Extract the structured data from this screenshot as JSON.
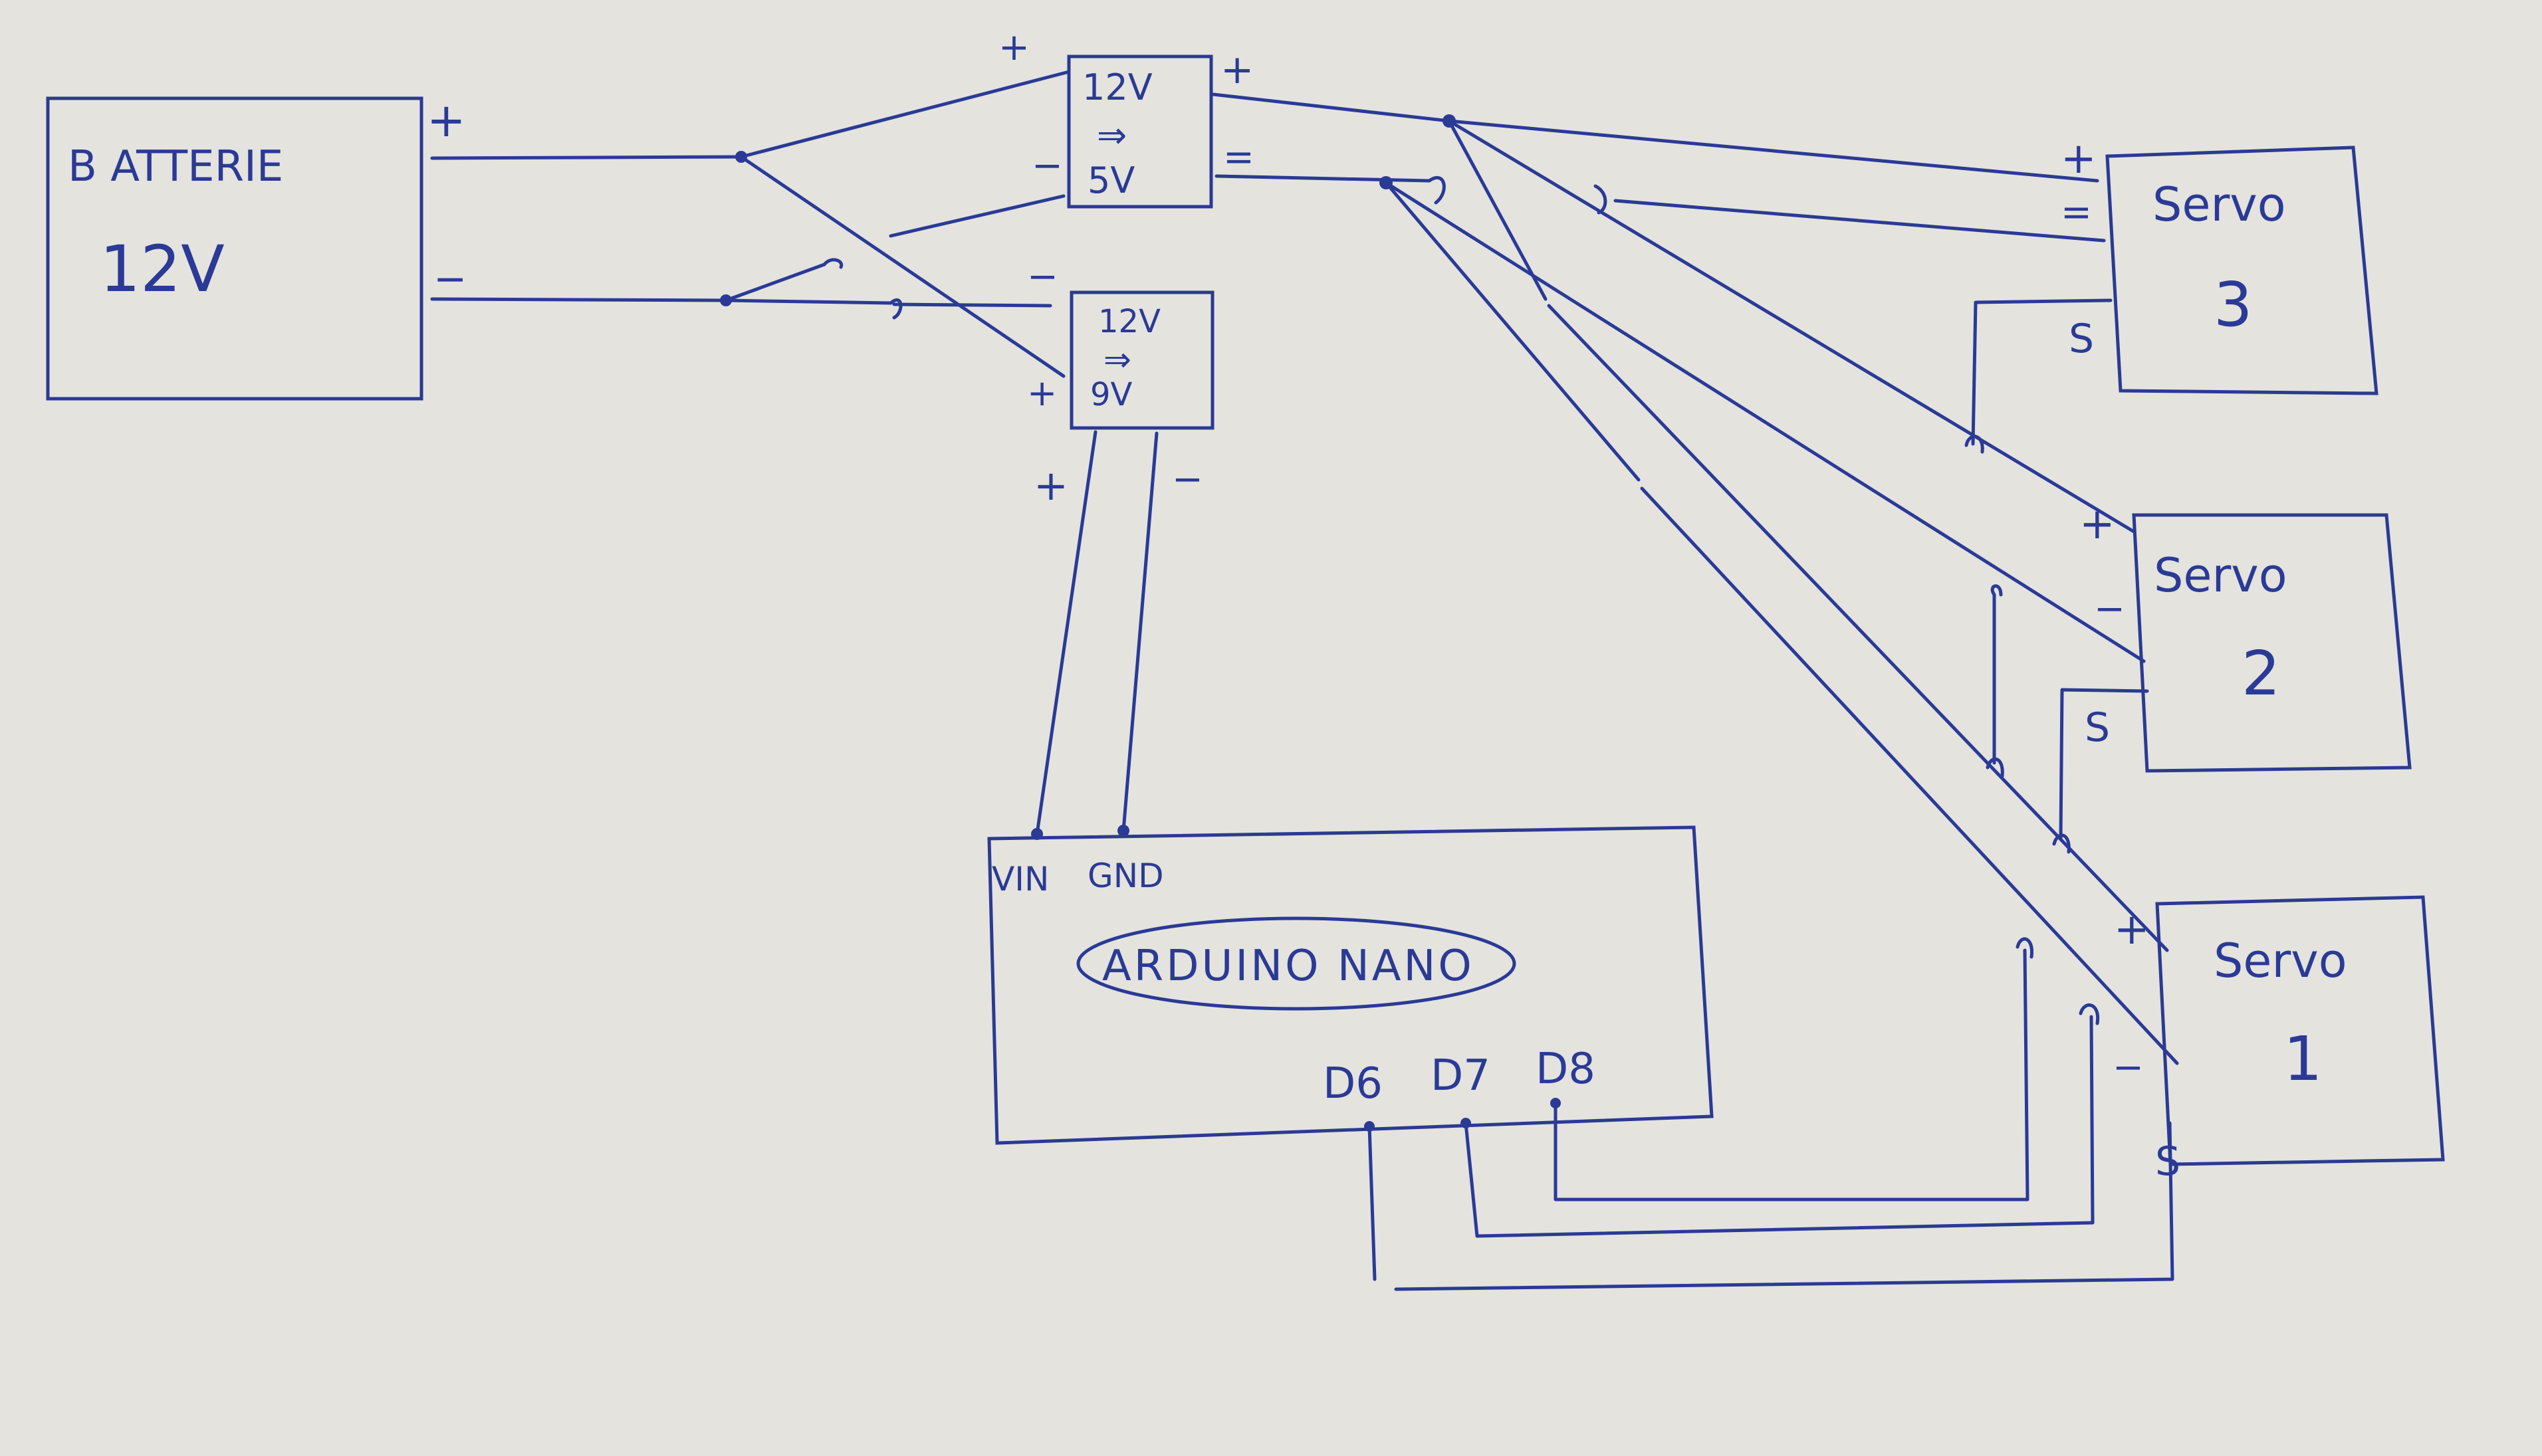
{
  "battery": {
    "line1": "B ATTERIE",
    "line2": "12V",
    "plus": "+",
    "minus": "−"
  },
  "regulator_top": {
    "line1": "12V",
    "arrow": "⇒",
    "line2": "5V",
    "plus_in": "+",
    "minus_in": "−",
    "plus_out": "+",
    "minus_out": "="
  },
  "regulator_bottom": {
    "line1": "12V",
    "arrow": "⇒",
    "line2": "9V",
    "minus_in": "−",
    "plus_in": "+",
    "plus_out": "+",
    "minus_out": "−"
  },
  "arduino": {
    "vin": "VIN",
    "gnd": "GND",
    "title": "ARDUINO NANO",
    "d6": "D6",
    "d7": "D7",
    "d8": "D8"
  },
  "servos": [
    {
      "label": "Servo",
      "number": "1",
      "plus": "+",
      "minus": "−",
      "signal": "S"
    },
    {
      "label": "Servo",
      "number": "2",
      "plus": "+",
      "minus": "−",
      "signal": "S"
    },
    {
      "label": "Servo",
      "number": "3",
      "plus": "+",
      "minus": "=",
      "signal": "S"
    }
  ],
  "colors": {
    "ink": "#2a3a96",
    "paper": "#e4e3de"
  }
}
